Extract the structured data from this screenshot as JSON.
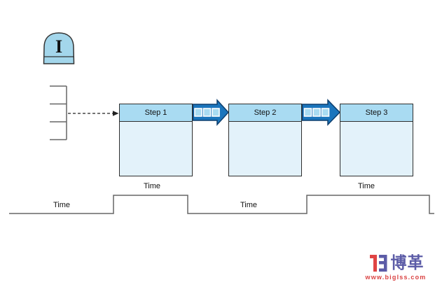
{
  "diagram": {
    "inventory": {
      "label": "I"
    },
    "steps": [
      {
        "label": "Step 1"
      },
      {
        "label": "Step 2"
      },
      {
        "label": "Step 3"
      }
    ],
    "timeline_labels": [
      {
        "text": "Time",
        "segment": "wait"
      },
      {
        "text": "Time",
        "segment": "process"
      },
      {
        "text": "Time",
        "segment": "wait"
      },
      {
        "text": "Time",
        "segment": "process"
      }
    ]
  },
  "watermark": {
    "brand": "博革",
    "url": "www.biglss.com"
  },
  "colors": {
    "box_header": "#a9dbf2",
    "box_body": "#e3f2fa",
    "box_border": "#2e2e2e",
    "inventory_fill": "#a3d6eb",
    "arrow_fill": "#1b75bc",
    "arrow_border": "#0d3f6e",
    "arrow_square_fill": "#a9dcf2",
    "line_gray": "#666666",
    "dashed_arrow": "#222222",
    "logo_blue": "#5c5ca7",
    "logo_red": "#e04444"
  }
}
